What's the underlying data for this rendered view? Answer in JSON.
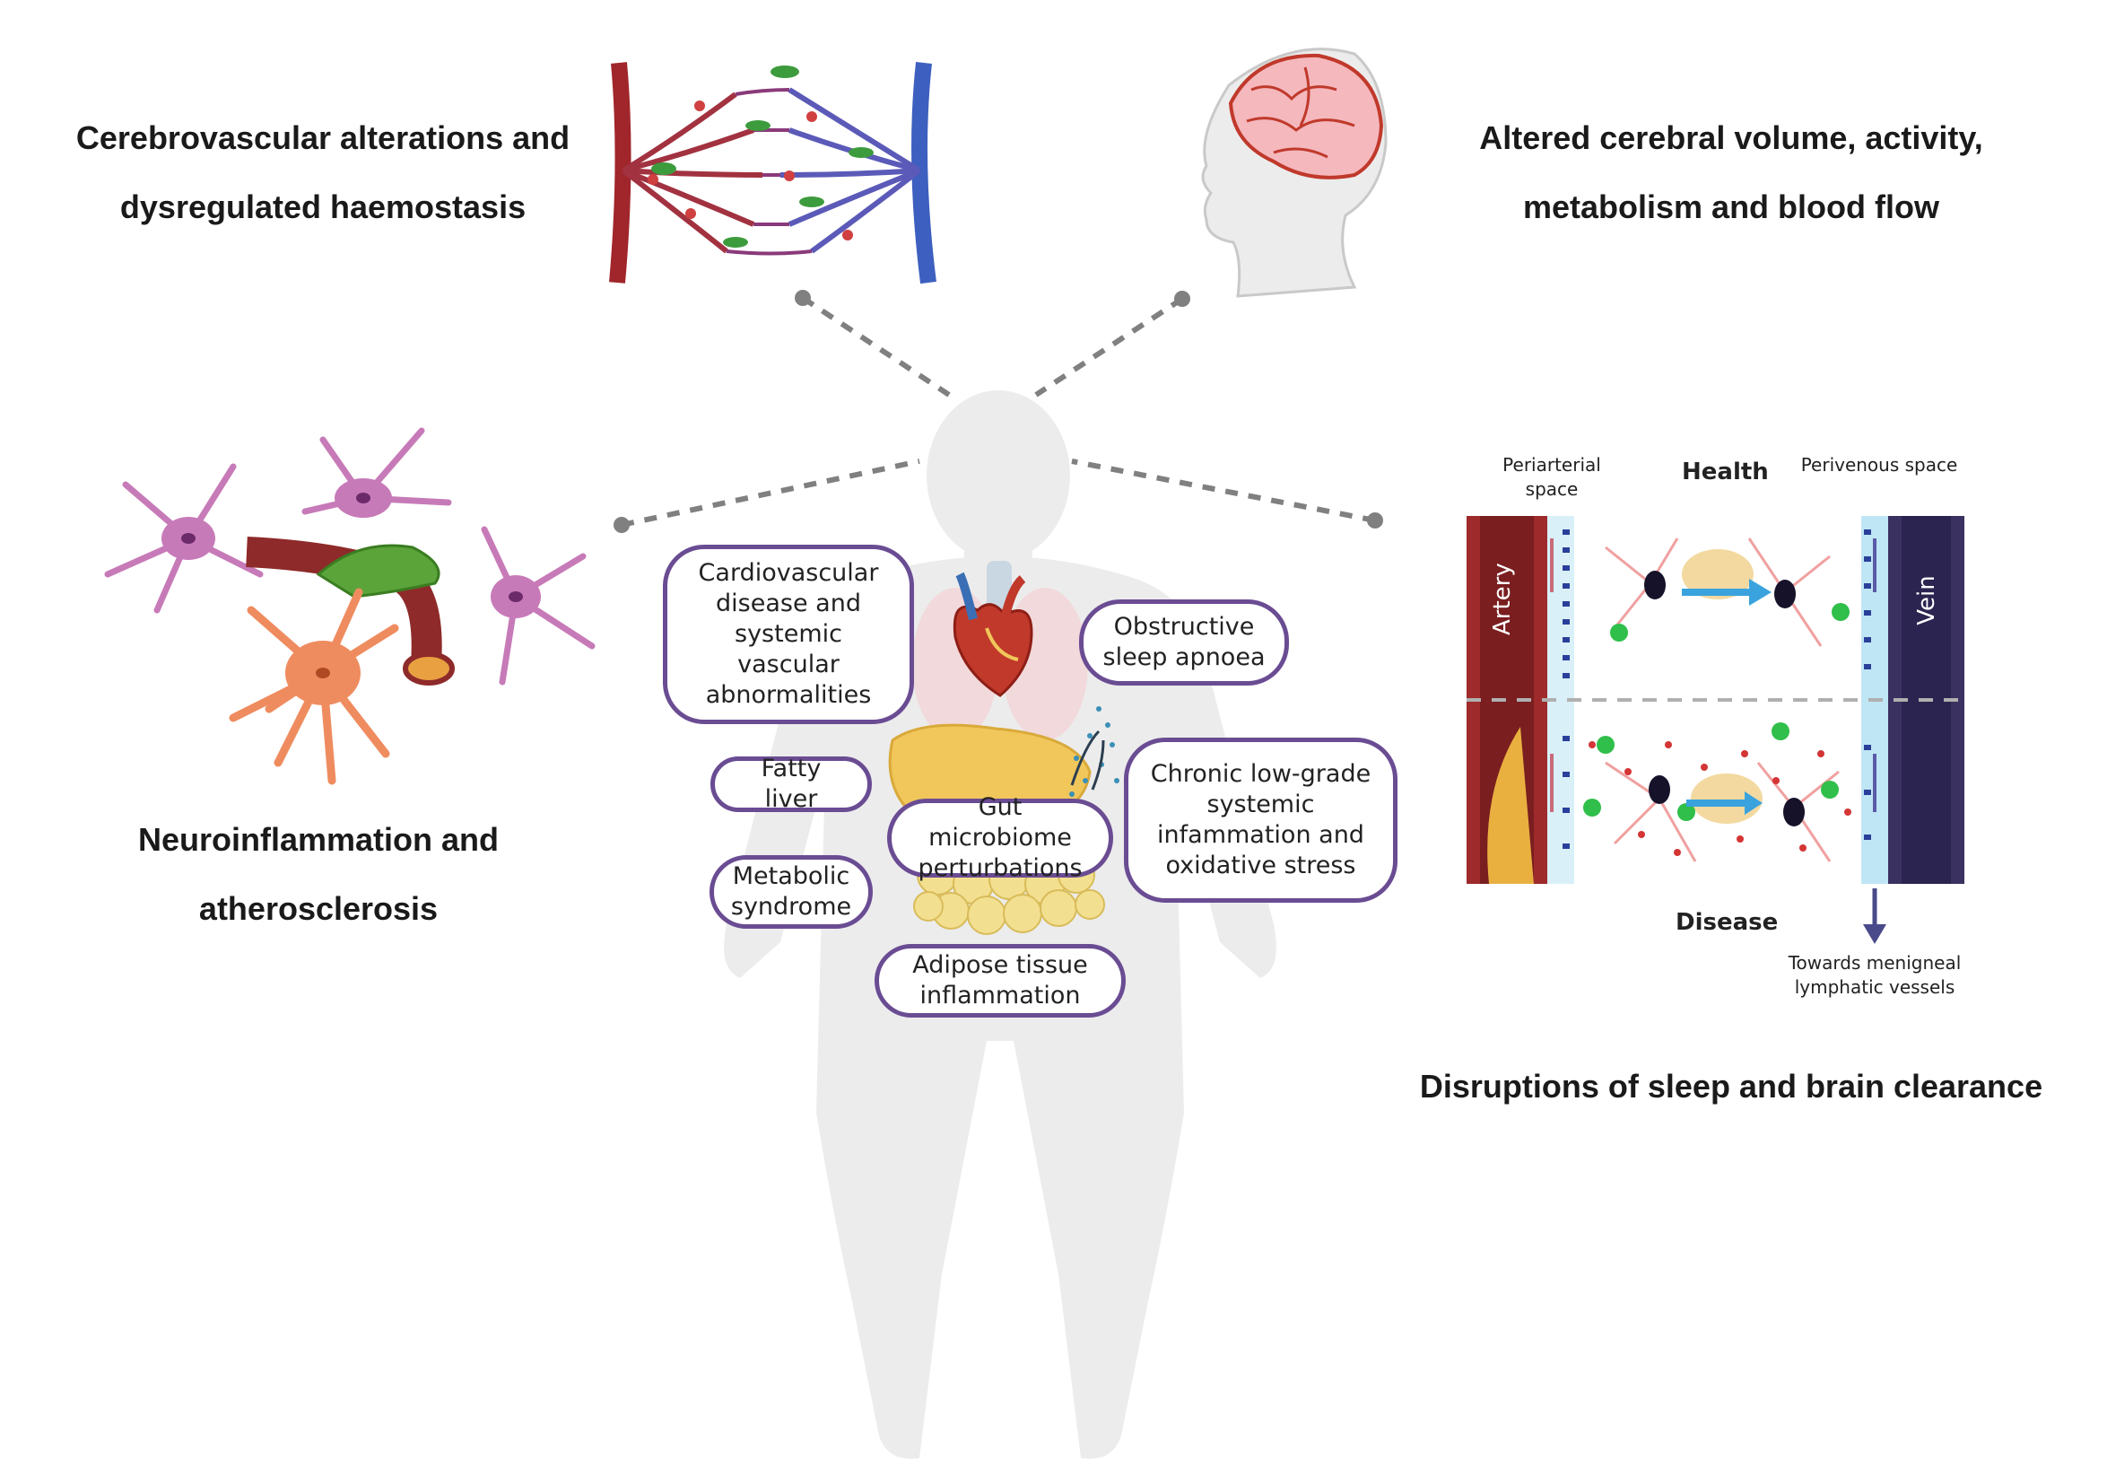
{
  "headings": {
    "top_left": "Cerebrovascular alterations and\ndysregulated haemostasis",
    "top_right": "Altered cerebral volume, activity,\nmetabolism and blood flow",
    "mid_left": "Neuroinflammation and\natherosclerosis",
    "bottom_right": "Disruptions of sleep and brain clearance"
  },
  "pills": {
    "cardio": "Cardiovascular\ndisease and\nsystemic vascular\nabnormalities",
    "osa": "Obstructive\nsleep apnoea",
    "fatty_liver": "Fatty liver",
    "gut": "Gut microbiome\nperturbations",
    "chronic": "Chronic low-grade\nsystemic\ninfammation and\noxidative stress",
    "metabolic": "Metabolic\nsyndrome",
    "adipose": "Adipose tissue\ninflammation"
  },
  "clearance_panel": {
    "periarterial": "Periarterial space",
    "health": "Health",
    "perivenous": "Perivenous space",
    "artery": "Artery",
    "vein": "Vein",
    "disease": "Disease",
    "towards": "Towards menigneal\nlymphatic vessels"
  },
  "colors": {
    "pill_border": "#6a4c93",
    "connector": "#808080",
    "artery": "#9e2a2b",
    "vein": "#3b3160",
    "body": "#ececec"
  }
}
